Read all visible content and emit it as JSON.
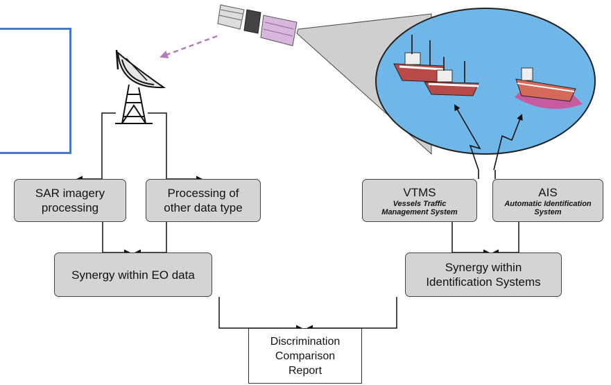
{
  "boxes": {
    "sar": {
      "line1": "SAR imagery",
      "line2": "processing"
    },
    "other": {
      "line1": "Processing of",
      "line2": "other data type"
    },
    "vtms": {
      "title": "VTMS",
      "sub1": "Vessels Traffic",
      "sub2": "Management System"
    },
    "ais": {
      "title": "AIS",
      "sub1": "Automatic Identification",
      "sub2": "System"
    },
    "eo": {
      "label": "Synergy within EO data"
    },
    "ident": {
      "line1": "Synergy within",
      "line2": "Identification Systems"
    },
    "report": {
      "line1": "Discrimination",
      "line2": "Comparison",
      "line3": "Report"
    }
  },
  "colors": {
    "box_fill": "#d4d4d4",
    "frame_blue": "#4b79c0",
    "bubble_fill": "#6fb7e8",
    "beam_fill": "#c9c9c9",
    "signal_arrow": "#b77ac0"
  },
  "icons": [
    "satellite-icon",
    "satellite-dish-icon",
    "fishing-boat-icon",
    "cargo-ship-icon"
  ]
}
